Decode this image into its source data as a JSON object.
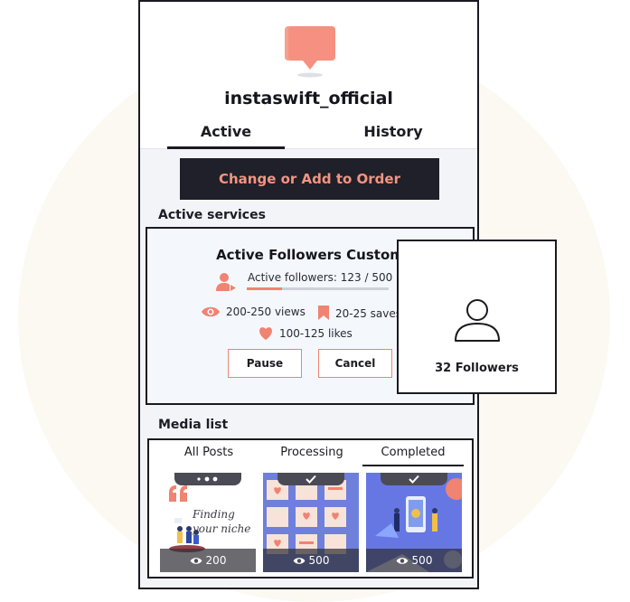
{
  "header": {
    "username": "instaswift_official"
  },
  "tabs": {
    "active": "Active",
    "history": "History"
  },
  "order_button": "Change or Add to Order",
  "active_services": {
    "title": "Active services",
    "card": {
      "name": "Active Followers Custom",
      "progress_text": "Active followers: 123 / 500",
      "progress_fraction": 0.246,
      "views": "200-250 views",
      "saves": "20-25 saves",
      "likes": "100-125 likes",
      "pause_label": "Pause",
      "cancel_label": "Cancel"
    }
  },
  "media": {
    "title": "Media list",
    "tabs": [
      "All Posts",
      "Processing",
      "Completed"
    ],
    "selected_tab": "Completed",
    "posts": [
      {
        "caption": "Finding your niche",
        "count": "200",
        "status": "dots-icon"
      },
      {
        "caption": "",
        "count": "500",
        "status": "check-icon"
      },
      {
        "caption": "",
        "count": "500",
        "status": "check-icon"
      }
    ]
  },
  "popup": {
    "text": "32 Followers"
  },
  "colors": {
    "accent": "#f08371",
    "dark": "#1f2029",
    "thumb_blue": "#6f7fdc"
  }
}
